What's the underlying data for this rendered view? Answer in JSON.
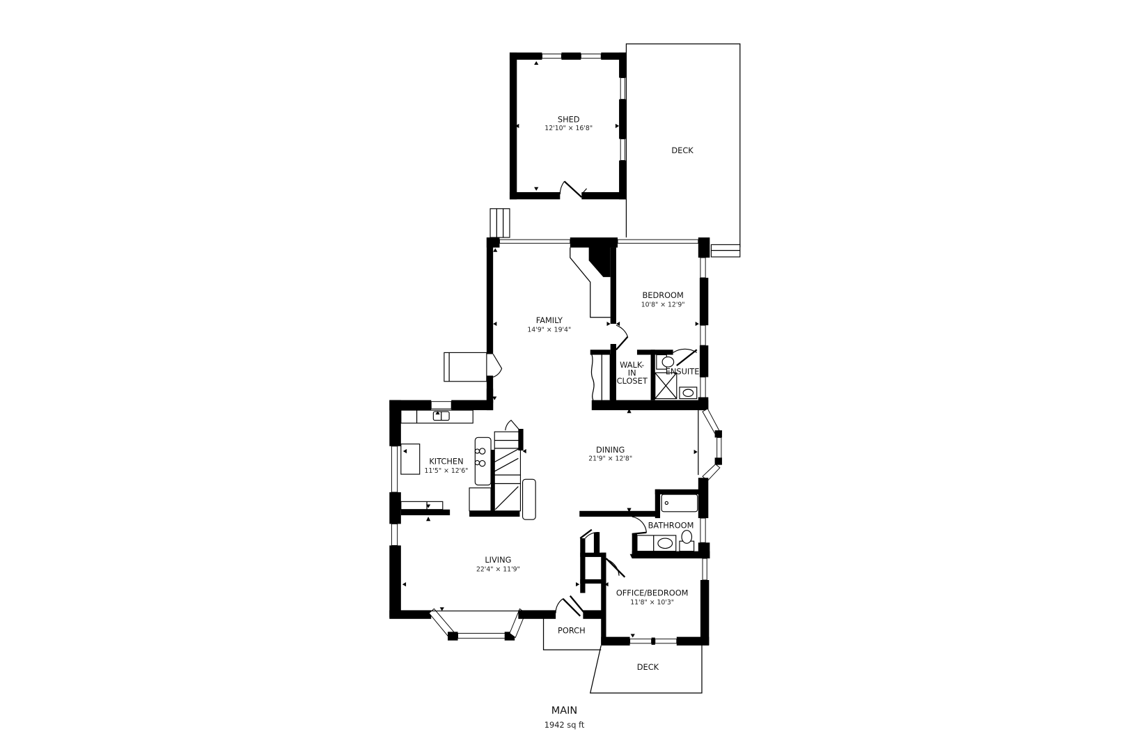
{
  "floor": {
    "name": "MAIN",
    "area": "1942 sq ft"
  },
  "rooms": {
    "shed": {
      "label": "SHED",
      "dims": "12'10\" × 16'8\""
    },
    "deck_top": {
      "label": "DECK"
    },
    "family": {
      "label": "FAMILY",
      "dims": "14'9\" × 19'4\""
    },
    "bedroom": {
      "label": "BEDROOM",
      "dims": "10'8\" × 12'9\""
    },
    "walk_in_closet": {
      "label_line1": "WALK-",
      "label_line2": "IN",
      "label_line3": "CLOSET"
    },
    "ensuite": {
      "label": "ENSUITE"
    },
    "kitchen": {
      "label": "KITCHEN",
      "dims": "11'5\" × 12'6\""
    },
    "dining": {
      "label": "DINING",
      "dims": "21'9\" × 12'8\""
    },
    "bathroom": {
      "label": "BATHROOM"
    },
    "living": {
      "label": "LIVING",
      "dims": "22'4\" × 11'9\""
    },
    "office_bedroom": {
      "label": "OFFICE/BEDROOM",
      "dims": "11'8\" × 10'3\""
    },
    "porch": {
      "label": "PORCH"
    },
    "deck_bottom": {
      "label": "DECK"
    }
  },
  "colors": {
    "wall": "#000000",
    "background": "#ffffff",
    "text": "#111111"
  }
}
